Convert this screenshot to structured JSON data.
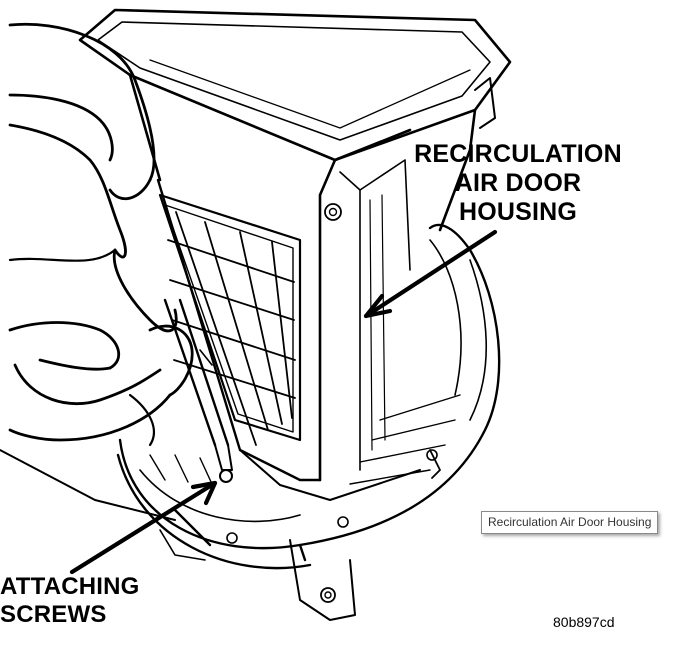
{
  "callouts": {
    "recirc_line1": "RECIRCULATION",
    "recirc_line2": "AIR DOOR",
    "recirc_line3": "HOUSING",
    "screws_line1": "ATTACHING",
    "screws_line2": "SCREWS"
  },
  "tooltip": "Recirculation Air Door Housing",
  "figure_id": "80b897cd"
}
